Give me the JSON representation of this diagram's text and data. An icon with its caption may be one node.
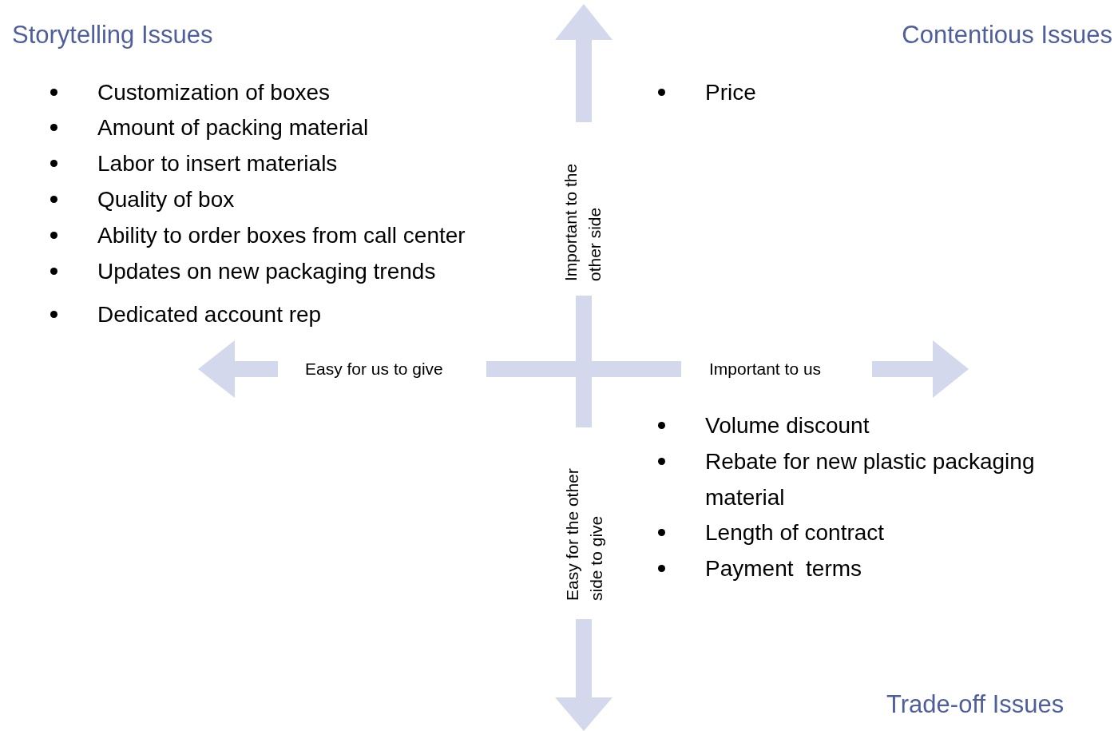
{
  "diagram": {
    "labels": [
      "Storytelling Issues",
      "Contentious Issues",
      "Customization of boxes",
      "Amount of packing material",
      "Labor to insert materials",
      "Quality of box",
      "Ability to order boxes from call center",
      "Updates on new packaging trends",
      "Dedicated account rep",
      "Price",
      "Important to the other side",
      "Easy for us to give",
      "Important to us",
      "Volume discount",
      "Rebate for new plastic packaging material",
      "Length of contract",
      "Payment  terms",
      "Easy for the other side to give",
      "Trade-off Issues"
    ]
  }
}
